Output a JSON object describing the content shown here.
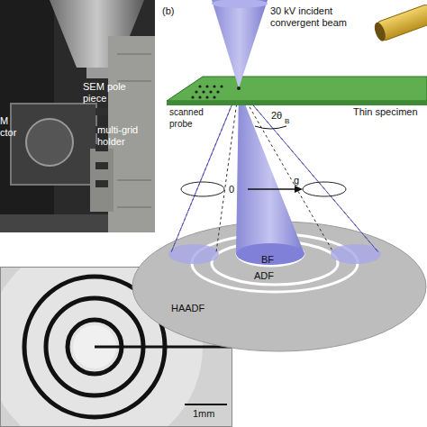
{
  "diagram": {
    "labels": [
      "SEM pole piece",
      "M ctor",
      "multi-grid holder",
      "1mm",
      "(b)",
      "30 kV incident convergent beam",
      "scanned probe",
      "Thin specimen",
      "2θ",
      "B",
      "0",
      "g",
      "BF",
      "ADF",
      "HAADF"
    ]
  }
}
